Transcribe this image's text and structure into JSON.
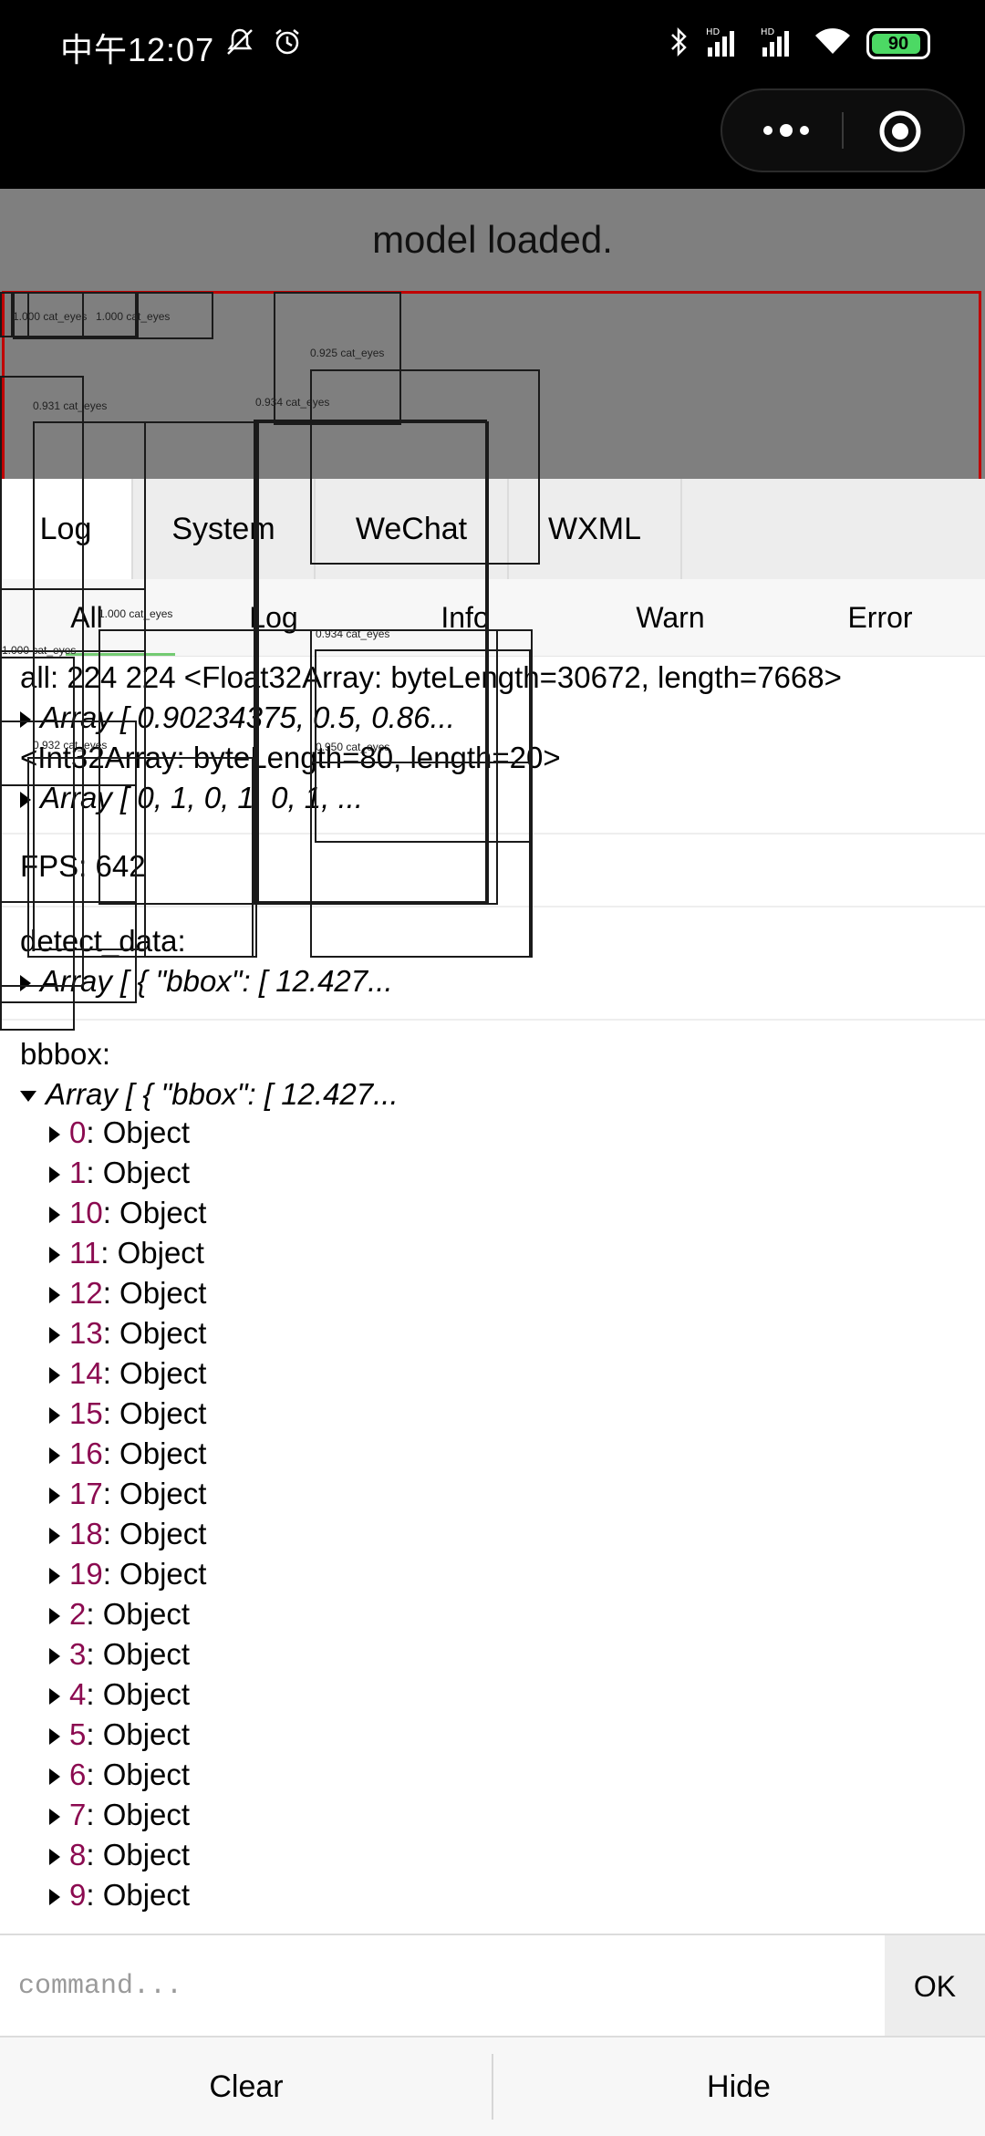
{
  "status_bar": {
    "time": "中午12:07",
    "battery": "90"
  },
  "page": {
    "title": "model loaded."
  },
  "detections": [
    {
      "label": "1.000 cat_eyes"
    },
    {
      "label": "1.000 cat_eyes"
    },
    {
      "label": "0.925 cat_eyes"
    },
    {
      "label": "0.931 cat_eyes"
    },
    {
      "label": "0.934 cat_eyes"
    },
    {
      "label": "1.000 cat_eyes"
    },
    {
      "label": "1.000 cat_eyes"
    },
    {
      "label": "0.934 cat_eyes"
    },
    {
      "label": "0.932 cat_eyes"
    },
    {
      "label": "0.950 cat_eyes"
    }
  ],
  "vconsole": {
    "tabs": [
      "Log",
      "System",
      "WeChat",
      "WXML"
    ],
    "filters": [
      "All",
      "Log",
      "Info",
      "Warn",
      "Error"
    ],
    "logs": {
      "all_line": "all: 224 224 <Float32Array: byteLength=30672, length=7668>",
      "all_array": "Array [ 0.90234375, 0.5, 0.86...",
      "int32_line": "<Int32Array: byteLength=80, length=20>",
      "int32_array": "Array [ 0, 1, 0, 1, 0, 1, ...",
      "fps": "FPS: 642",
      "detect_label": "detect_data:",
      "detect_array": "Array [ { \"bbox\": [ 12.427...",
      "bbbox_label": "bbbox:",
      "bbbox_array": "Array [ { \"bbox\": [ 12.427..."
    },
    "object_keys": [
      "0",
      "1",
      "10",
      "11",
      "12",
      "13",
      "14",
      "15",
      "16",
      "17",
      "18",
      "19",
      "2",
      "3",
      "4",
      "5",
      "6",
      "7",
      "8",
      "9"
    ],
    "object_type": ": Object",
    "command_placeholder": "command...",
    "ok_label": "OK",
    "clear_label": "Clear",
    "hide_label": "Hide"
  }
}
